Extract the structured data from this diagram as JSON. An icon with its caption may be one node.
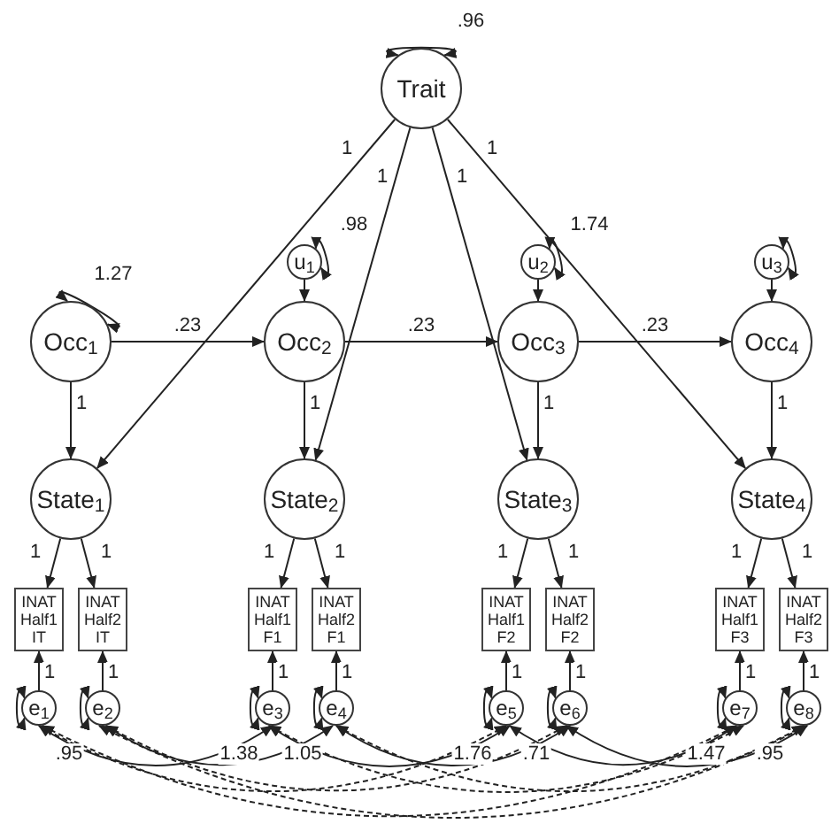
{
  "diagram": {
    "nodes": [
      {
        "text": [
          "Trait"
        ]
      },
      {
        "text": [
          "u$_{1}$"
        ]
      },
      {
        "text": [
          "u$_{2}$"
        ]
      },
      {
        "text": [
          "u$_{3}$"
        ]
      },
      {
        "text": [
          "Occ$_{1}$"
        ]
      },
      {
        "text": [
          "Occ$_{2}$"
        ]
      },
      {
        "text": [
          "Occ$_{3}$"
        ]
      },
      {
        "text": [
          "Occ$_{4}$"
        ]
      },
      {
        "text": [
          "State$_{1}$"
        ]
      },
      {
        "text": [
          "State$_{2}$"
        ]
      },
      {
        "text": [
          "State$_{3}$"
        ]
      },
      {
        "text": [
          "State$_{4}$"
        ]
      },
      {
        "text": [
          "INAT Half1 IT"
        ]
      },
      {
        "text": [
          "INAT Half2 IT"
        ]
      },
      {
        "text": [
          "INAT Half1 F1"
        ]
      },
      {
        "text": [
          "INAT Half2 F1"
        ]
      },
      {
        "text": [
          "INAT Half1 F2"
        ]
      },
      {
        "text": [
          "INAT Half2 F2"
        ]
      },
      {
        "text": [
          "INAT Half1 F3"
        ]
      },
      {
        "text": [
          "INAT Half2 F3"
        ]
      },
      {
        "text": [
          "e$_{1}$"
        ]
      },
      {
        "text": [
          "e$_{2}$"
        ]
      },
      {
        "text": [
          "e$_{3}$"
        ]
      },
      {
        "text": [
          "e$_{4}$"
        ]
      },
      {
        "text": [
          "e$_{5}$"
        ]
      },
      {
        "text": [
          "e$_{6}$"
        ]
      },
      {
        "text": [
          "e$_{7}$"
        ]
      },
      {
        "text": [
          "e$_{8}$"
        ]
      }
    ],
    "edges": [
      {
        "from": 0,
        "to": 0,
        "arrow": "both",
        "label": ".96"
      },
      {
        "from": 4,
        "to": 4,
        "arrow": "both",
        "label": "1.27"
      },
      {
        "from": 1,
        "to": 1,
        "arrow": "both",
        "label": ".98"
      },
      {
        "from": 2,
        "to": 2,
        "arrow": "both",
        "label": "1.74"
      },
      {
        "from": 3,
        "to": 3,
        "arrow": "both"
      },
      {
        "from": 4,
        "to": 5,
        "arrow": "to",
        "label": ".23"
      },
      {
        "from": 5,
        "to": 6,
        "arrow": "to",
        "label": ".23"
      },
      {
        "from": 6,
        "to": 7,
        "arrow": "to",
        "label": ".23"
      },
      {
        "from": 1,
        "to": 5,
        "arrow": "to"
      },
      {
        "from": 2,
        "to": 6,
        "arrow": "to"
      },
      {
        "from": 3,
        "to": 7,
        "arrow": "to"
      },
      {
        "from": 0,
        "to": 8,
        "arrow": "to",
        "label": "1"
      },
      {
        "from": 0,
        "to": 9,
        "arrow": "to",
        "label": "1"
      },
      {
        "from": 0,
        "to": 10,
        "arrow": "to",
        "label": "1"
      },
      {
        "from": 0,
        "to": 11,
        "arrow": "to",
        "label": "1"
      },
      {
        "from": 4,
        "to": 8,
        "arrow": "to",
        "label": "1"
      },
      {
        "from": 5,
        "to": 9,
        "arrow": "to",
        "label": "1"
      },
      {
        "from": 6,
        "to": 10,
        "arrow": "to",
        "label": "1"
      },
      {
        "from": 7,
        "to": 11,
        "arrow": "to",
        "label": "1"
      },
      {
        "from": 8,
        "to": 12,
        "arrow": "to",
        "label": "1"
      },
      {
        "from": 8,
        "to": 13,
        "arrow": "to",
        "label": "1"
      },
      {
        "from": 9,
        "to": 14,
        "arrow": "to",
        "label": "1"
      },
      {
        "from": 9,
        "to": 15,
        "arrow": "to",
        "label": "1"
      },
      {
        "from": 10,
        "to": 16,
        "arrow": "to",
        "label": "1"
      },
      {
        "from": 10,
        "to": 17,
        "arrow": "to",
        "label": "1"
      },
      {
        "from": 11,
        "to": 18,
        "arrow": "to",
        "label": "1"
      },
      {
        "from": 11,
        "to": 19,
        "arrow": "to",
        "label": "1"
      },
      {
        "from": 20,
        "to": 12,
        "arrow": "to",
        "label": "1"
      },
      {
        "from": 21,
        "to": 13,
        "arrow": "to",
        "label": "1"
      },
      {
        "from": 22,
        "to": 14,
        "arrow": "to",
        "label": "1"
      },
      {
        "from": 23,
        "to": 15,
        "arrow": "to",
        "label": "1"
      },
      {
        "from": 24,
        "to": 16,
        "arrow": "to",
        "label": "1"
      },
      {
        "from": 25,
        "to": 17,
        "arrow": "to",
        "label": "1"
      },
      {
        "from": 26,
        "to": 18,
        "arrow": "to",
        "label": "1"
      },
      {
        "from": 27,
        "to": 19,
        "arrow": "to",
        "label": "1"
      },
      {
        "from": 20,
        "to": 20,
        "arrow": "both"
      },
      {
        "from": 21,
        "to": 21,
        "arrow": "both",
        "label": ".95"
      },
      {
        "from": 22,
        "to": 22,
        "arrow": "both",
        "label": "1.38"
      },
      {
        "from": 23,
        "to": 23,
        "arrow": "both",
        "label": "1.05"
      },
      {
        "from": 24,
        "to": 24,
        "arrow": "both",
        "label": "1.76"
      },
      {
        "from": 25,
        "to": 25,
        "arrow": "both",
        "label": ".71"
      },
      {
        "from": 26,
        "to": 26,
        "arrow": "both",
        "label": "1.47"
      },
      {
        "from": 27,
        "to": 27,
        "arrow": "both",
        "label": ".95"
      },
      {
        "from": 20,
        "to": 22,
        "arrow": "both"
      },
      {
        "from": 21,
        "to": 23,
        "arrow": "both"
      },
      {
        "from": 22,
        "to": 24,
        "arrow": "both"
      },
      {
        "from": 23,
        "to": 25,
        "arrow": "both"
      },
      {
        "from": 24,
        "to": 26,
        "arrow": "both"
      },
      {
        "from": 25,
        "to": 27,
        "arrow": "both"
      },
      {
        "from": 20,
        "to": 24,
        "arrow": "both",
        "style": "dashed"
      },
      {
        "from": 21,
        "to": 25,
        "arrow": "both",
        "style": "dashed"
      },
      {
        "from": 22,
        "to": 26,
        "arrow": "both",
        "style": "dashed"
      },
      {
        "from": 23,
        "to": 27,
        "arrow": "both",
        "style": "dashed"
      },
      {
        "from": 20,
        "to": 26,
        "arrow": "both",
        "style": "dashed"
      },
      {
        "from": 21,
        "to": 27,
        "arrow": "both",
        "style": "dashed"
      }
    ]
  }
}
